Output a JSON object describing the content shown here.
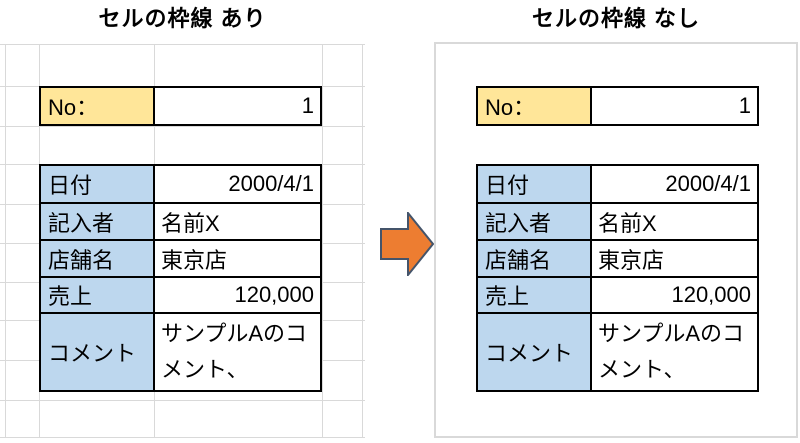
{
  "left_panel": {
    "title": "セルの枠線 あり"
  },
  "right_panel": {
    "title": "セルの枠線 なし"
  },
  "table": {
    "no": {
      "label": "No：",
      "value": "1"
    },
    "rows": [
      {
        "label": "日付",
        "value": "2000/4/1"
      },
      {
        "label": "記入者",
        "value": "名前X"
      },
      {
        "label": "店舗名",
        "value": "東京店"
      },
      {
        "label": "売上",
        "value": "120,000"
      },
      {
        "label": "コメント",
        "value": "サンプルAのコメント、"
      }
    ]
  },
  "icons": {
    "transform_arrow": "right-block-arrow"
  },
  "colors": {
    "label_yellow": "#ffe699",
    "label_blue": "#bdd7ee",
    "table_border": "#000000",
    "gridline": "#d9d9d9",
    "box_border": "#d9d9d9",
    "arrow_fill": "#ed7d31",
    "arrow_outline": "#44546a"
  }
}
